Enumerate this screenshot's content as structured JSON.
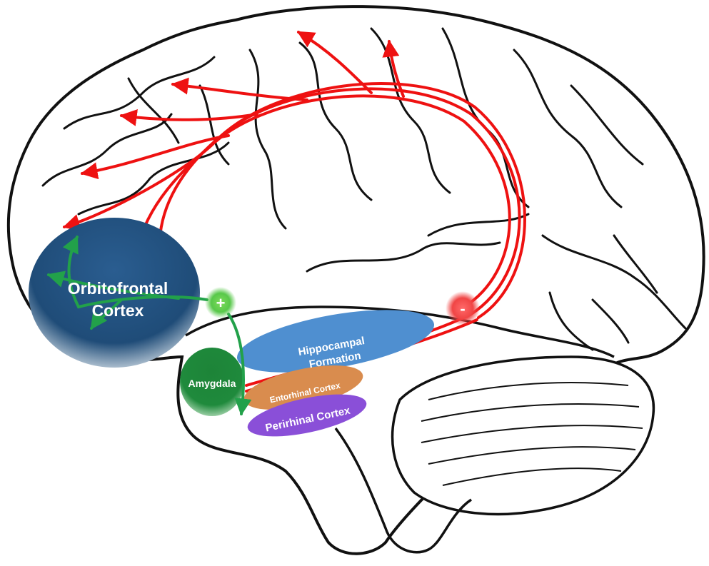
{
  "regions": {
    "ofc": "Orbitofrontal\nCortex",
    "amygdala": "Amygdala",
    "hippocampus": "Hippocampal\nFormation",
    "entorhinal": "Entorhinal Cortex",
    "perirhinal": "Perirhinal Cortex"
  },
  "signs": {
    "plus": "+",
    "minus": "-"
  },
  "colors": {
    "outline": "#111111",
    "ofc_fill": "#1f4c78",
    "amygdala_fill": "#1f8a3c",
    "hippocampus_fill": "#4f8fd0",
    "entorhinal_fill": "#d98c4e",
    "perirhinal_fill": "#8a4fd8",
    "red_path": "#ee1111",
    "green_path": "#22a14a",
    "plus_glow": "#58c84a",
    "minus_glow": "#f04545"
  }
}
